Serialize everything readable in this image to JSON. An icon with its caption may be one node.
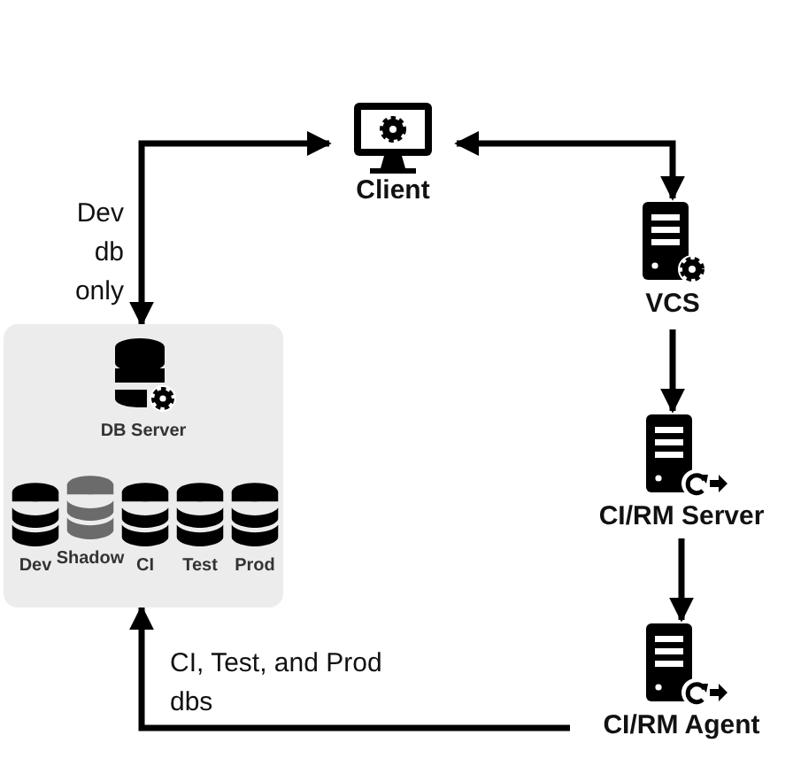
{
  "diagram": {
    "nodes": [
      {
        "text": [],
        "shape": "box"
      },
      {
        "text": [
          "DB Server"
        ],
        "in": 0
      },
      {
        "text": [
          "Dev"
        ],
        "in": 0
      },
      {
        "text": [
          "Shadow"
        ],
        "in": 0
      },
      {
        "text": [
          "CI"
        ],
        "in": 0
      },
      {
        "text": [
          "Test"
        ],
        "in": 0
      },
      {
        "text": [
          "Prod"
        ],
        "in": 0
      },
      {
        "text": [
          "Client"
        ]
      },
      {
        "text": [
          "VCS"
        ]
      },
      {
        "text": [
          "CI/RM Server"
        ]
      },
      {
        "text": [
          "CI/RM Agent"
        ]
      }
    ],
    "edges": [
      {
        "from": 7,
        "to": 0,
        "arrow": "both",
        "label": "Dev db only"
      },
      {
        "from": 7,
        "to": 8,
        "arrow": "both"
      },
      {
        "from": 8,
        "to": 9,
        "arrow": "to"
      },
      {
        "from": 9,
        "to": 10,
        "arrow": "to"
      },
      {
        "from": 10,
        "to": 0,
        "arrow": "to",
        "label": "CI, Test, and Prod dbs"
      }
    ]
  }
}
